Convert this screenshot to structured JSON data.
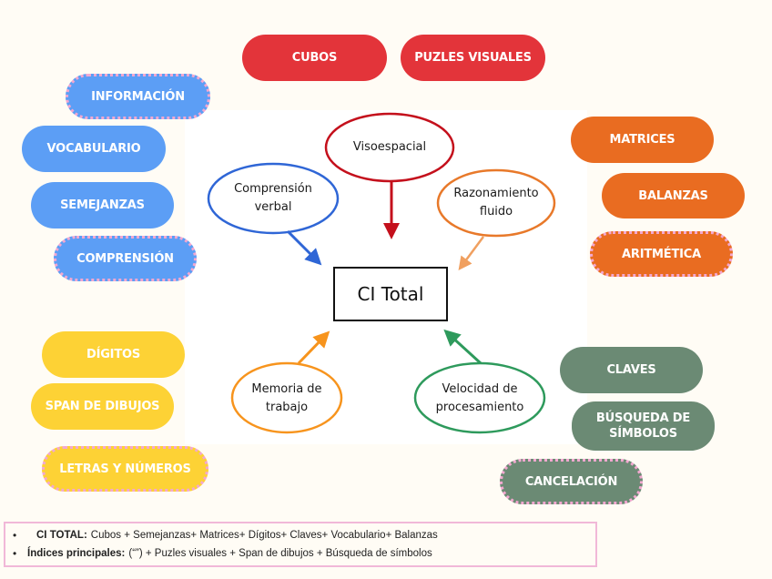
{
  "center": {
    "label": "CI Total"
  },
  "indices": [
    {
      "id": "comprension-verbal",
      "label": "Comprensión verbal",
      "color": "#2f66d6"
    },
    {
      "id": "visoespacial",
      "label": "Visoespacial",
      "color": "#c4101c"
    },
    {
      "id": "razonamiento-fluido",
      "label": "Razonamiento fluido",
      "color": "#e8792a"
    },
    {
      "id": "memoria-trabajo",
      "label": "Memoria de trabajo",
      "color": "#f7941d"
    },
    {
      "id": "velocidad-procesamiento",
      "label": "Velocidad de procesamiento",
      "color": "#2e9a5c"
    }
  ],
  "subtests": {
    "visoespacial": {
      "color": "#e3343a",
      "items": [
        {
          "label": "CUBOS",
          "dotted": false
        },
        {
          "label": "PUZLES VISUALES",
          "dotted": false
        }
      ]
    },
    "comprension_verbal": {
      "color": "#5c9ef5",
      "items": [
        {
          "label": "INFORMACIÓN",
          "dotted": true
        },
        {
          "label": "VOCABULARIO",
          "dotted": false
        },
        {
          "label": "SEMEJANZAS",
          "dotted": false
        },
        {
          "label": "COMPRENSIÓN",
          "dotted": true
        }
      ]
    },
    "razonamiento_fluido": {
      "color": "#e96c21",
      "items": [
        {
          "label": "MATRICES",
          "dotted": false
        },
        {
          "label": "BALANZAS",
          "dotted": false
        },
        {
          "label": "ARITMÉTICA",
          "dotted": true
        }
      ]
    },
    "memoria_trabajo": {
      "color": "#fdd235",
      "items": [
        {
          "label": "DÍGITOS",
          "dotted": false
        },
        {
          "label": "SPAN DE DIBUJOS",
          "dotted": false
        },
        {
          "label": "LETRAS Y NÚMEROS",
          "dotted": true
        }
      ]
    },
    "velocidad_procesamiento": {
      "color": "#6b8a74",
      "items": [
        {
          "label": "CLAVES",
          "dotted": false
        },
        {
          "label": "BÚSQUEDA DE SÍMBOLOS",
          "dotted": false
        },
        {
          "label": "CANCELACIÓN",
          "dotted": true
        }
      ]
    }
  },
  "legend": {
    "bullet": "•",
    "rows": [
      {
        "title": "CI TOTAL:",
        "text": "Cubos + Semejanzas+ Matrices+ Dígitos+ Claves+ Vocabulario+ Balanzas"
      },
      {
        "title": "Índices principales:",
        "text": "(“”) + Puzles visuales + Span de dibujos + Búsqueda de símbolos"
      }
    ]
  }
}
